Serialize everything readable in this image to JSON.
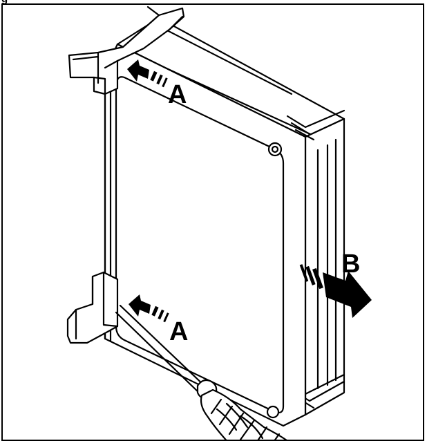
{
  "header": {
    "caption_fragment": "g"
  },
  "callouts": {
    "a_top": "A",
    "a_bottom": "A",
    "b": "B"
  },
  "colors": {
    "ink": "#000000",
    "paper": "#ffffff",
    "screw_white": "#f2f2f2"
  }
}
